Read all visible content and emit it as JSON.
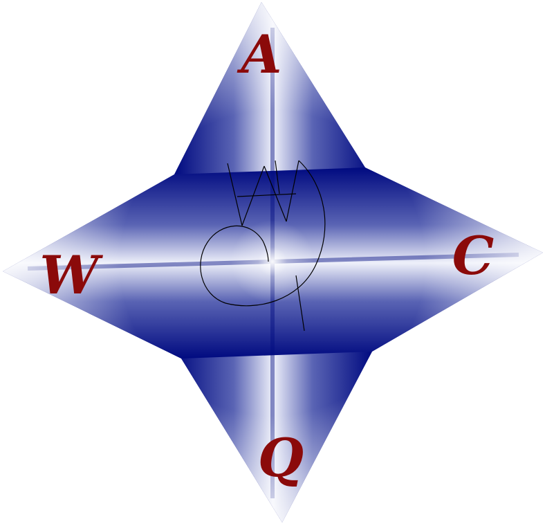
{
  "figure": {
    "background_color": "#ffffff",
    "star_colors": {
      "deep": "#000a80",
      "mid": "#5a64b4",
      "pale": "#eef0fa"
    },
    "letter_color": "#8b0a0a",
    "glyph_stroke_color": "#000000",
    "letters": {
      "top": "A",
      "right": "C",
      "bottom": "Q",
      "left": "W"
    }
  }
}
